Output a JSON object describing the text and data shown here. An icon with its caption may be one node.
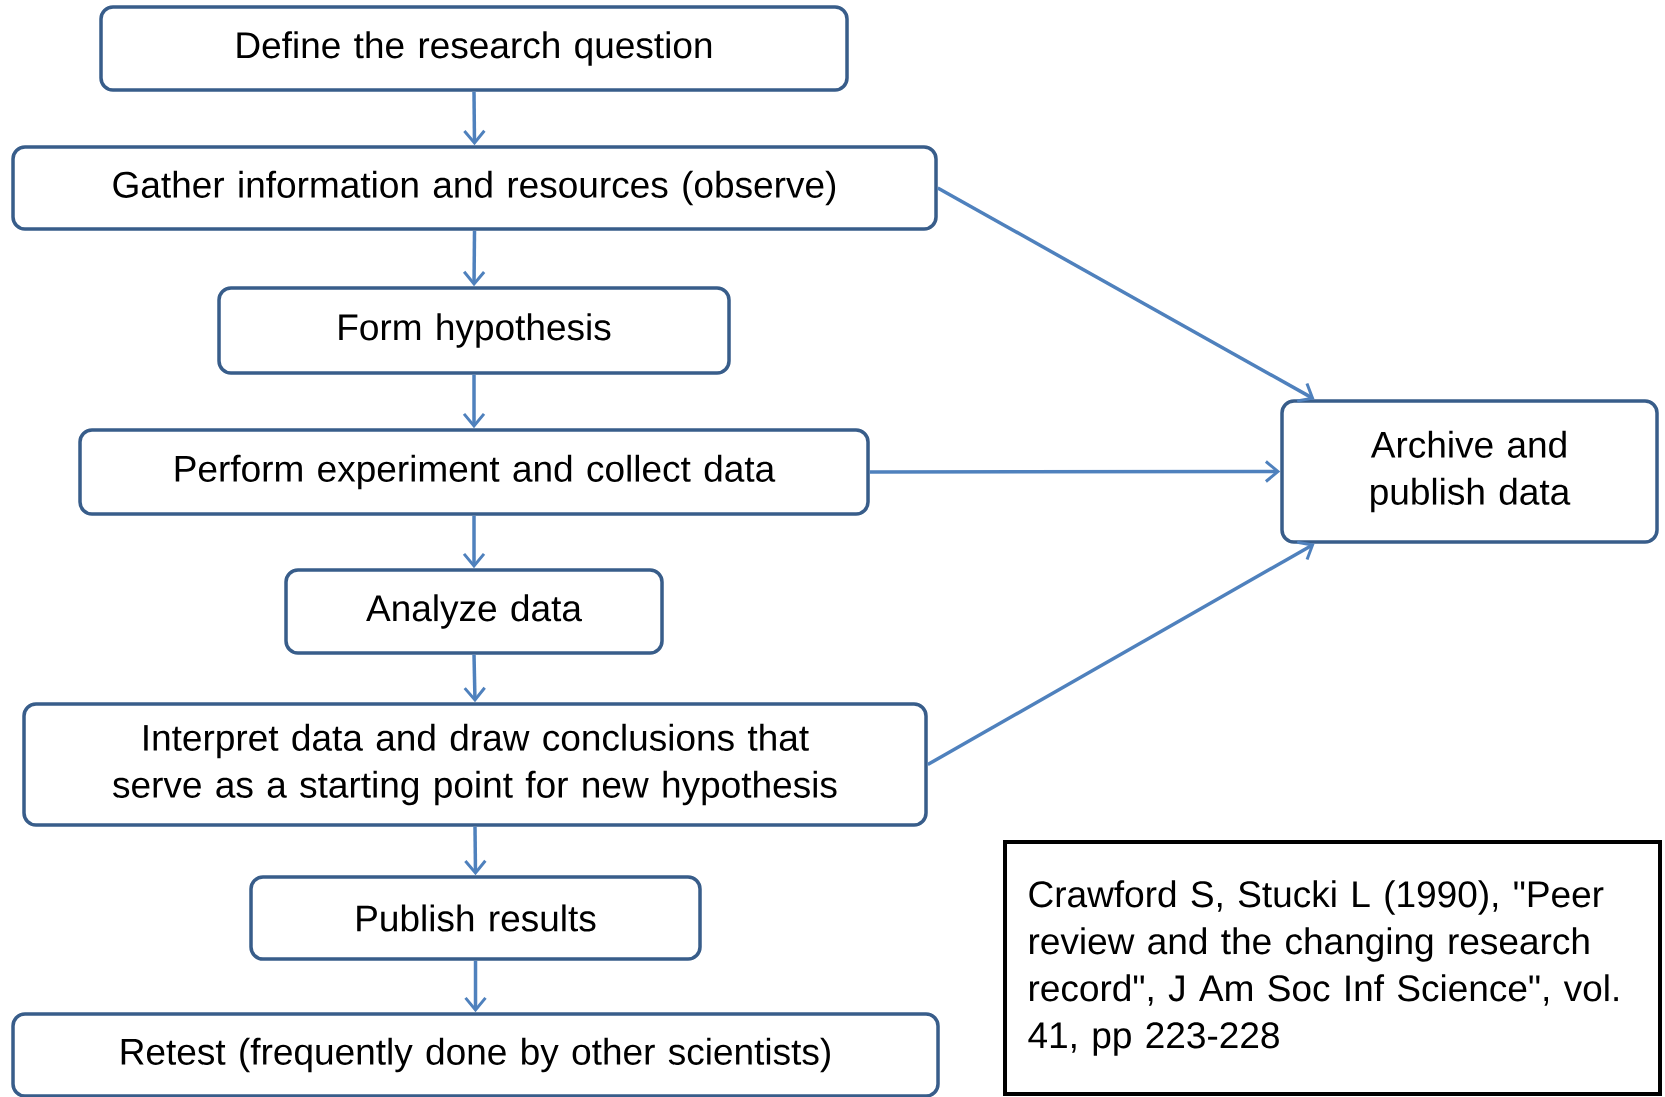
{
  "diagram": {
    "nodes": [
      {
        "text": [
          "Define the research question"
        ]
      },
      {
        "text": [
          "Gather information and resources (observe)"
        ]
      },
      {
        "text": [
          "Form hypothesis"
        ]
      },
      {
        "text": [
          "Perform experiment and collect data"
        ]
      },
      {
        "text": [
          "Analyze data"
        ]
      },
      {
        "text": [
          "Interpret data and draw conclusions that serve as a starting point for new hypothesis"
        ]
      },
      {
        "text": [
          "Publish results"
        ]
      },
      {
        "text": [
          "Retest (frequently done by other scientists)"
        ]
      },
      {
        "text": [
          "Archive and publish data"
        ]
      },
      {
        "text": [
          "Crawford S, Stucki L (1990), \"Peer review and the changing research record\", J Am Soc Inf Science\", vol. 41, pp 223-228"
        ]
      }
    ],
    "edges": [
      {
        "from": 0,
        "to": 1,
        "arrow": "to"
      },
      {
        "from": 1,
        "to": 2,
        "arrow": "to"
      },
      {
        "from": 2,
        "to": 3,
        "arrow": "to"
      },
      {
        "from": 3,
        "to": 4,
        "arrow": "to"
      },
      {
        "from": 4,
        "to": 5,
        "arrow": "to"
      },
      {
        "from": 5,
        "to": 6,
        "arrow": "to"
      },
      {
        "from": 6,
        "to": 7,
        "arrow": "to"
      },
      {
        "from": 1,
        "to": 8,
        "arrow": "to"
      },
      {
        "from": 3,
        "to": 8,
        "arrow": "to"
      },
      {
        "from": 5,
        "to": 8,
        "arrow": "to"
      }
    ]
  }
}
